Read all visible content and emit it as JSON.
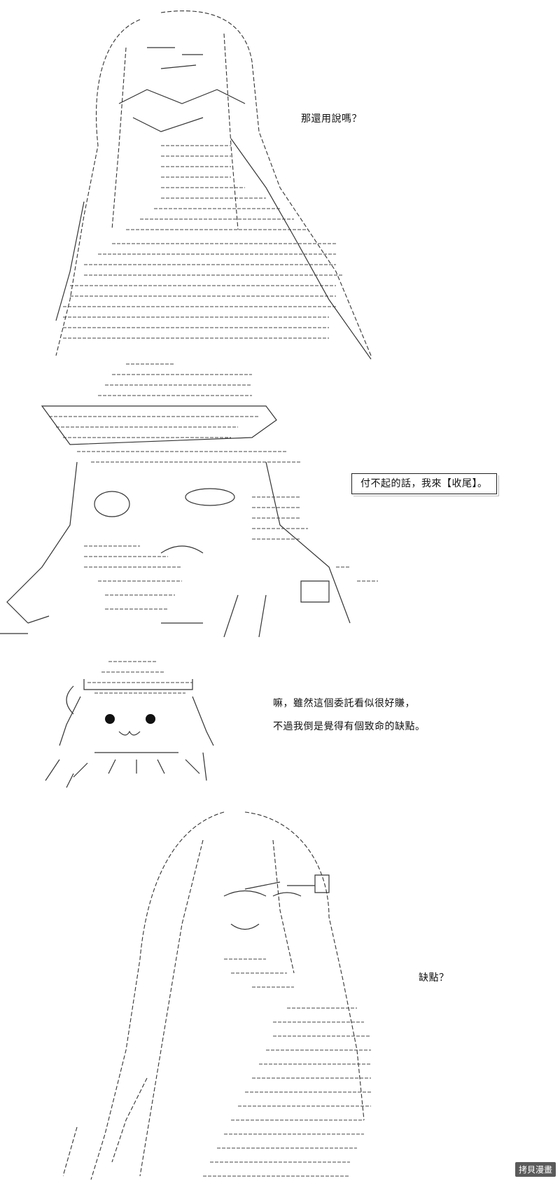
{
  "panels": [
    {
      "dialog": [
        "那還用說嗎？"
      ]
    },
    {
      "dialog": [
        "付不起的話，我來【收尾】。"
      ]
    },
    {
      "dialog": [
        "嘛，雖然這個委託看似很好賺，",
        "不過我倒是覺得有個致命的缺點。"
      ]
    },
    {
      "dialog": [
        "缺點？"
      ]
    }
  ],
  "watermark": "拷貝漫畫"
}
